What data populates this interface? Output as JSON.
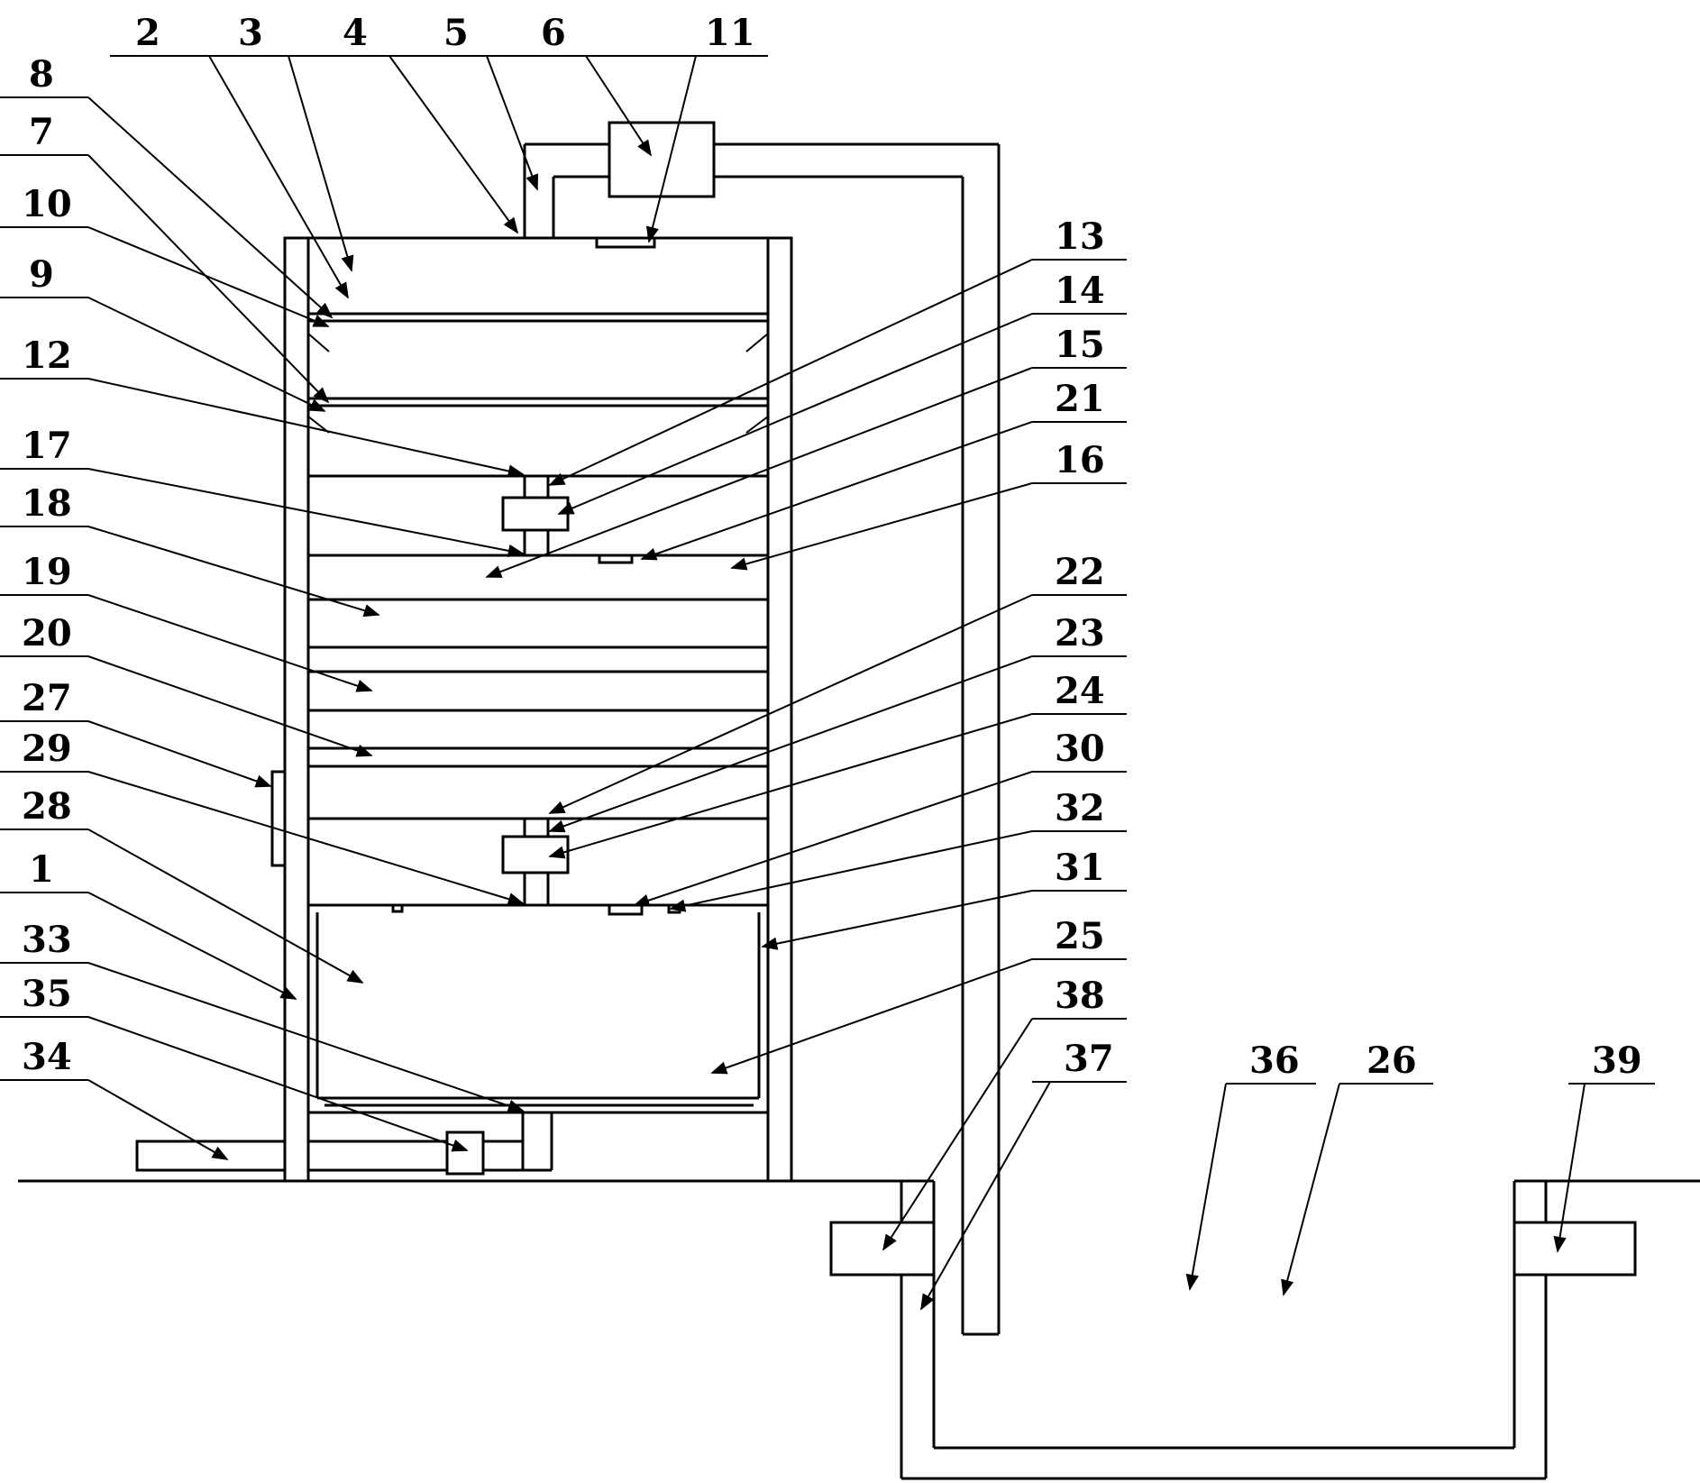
{
  "labels_left": [
    "2",
    "3",
    "4",
    "5",
    "6",
    "11",
    "8",
    "7",
    "10",
    "9",
    "12",
    "17",
    "18",
    "19",
    "20",
    "27",
    "29",
    "28",
    "1",
    "33",
    "35",
    "34"
  ],
  "labels_right": [
    "13",
    "14",
    "15",
    "21",
    "16",
    "22",
    "23",
    "24",
    "30",
    "32",
    "31",
    "25",
    "38",
    "37"
  ],
  "labels_bottom": [
    "36",
    "26",
    "39"
  ],
  "diagram_labels": {
    "l2": "2",
    "l3": "3",
    "l4": "4",
    "l5": "5",
    "l6": "6",
    "l11": "11",
    "l8": "8",
    "l7": "7",
    "l10": "10",
    "l9": "9",
    "l12": "12",
    "l17": "17",
    "l18": "18",
    "l19": "19",
    "l20": "20",
    "l27": "27",
    "l29": "29",
    "l28": "28",
    "l1": "1",
    "l33": "33",
    "l35": "35",
    "l34": "34",
    "l13": "13",
    "l14": "14",
    "l15": "15",
    "l21": "21",
    "l16": "16",
    "l22": "22",
    "l23": "23",
    "l24": "24",
    "l30": "30",
    "l32": "32",
    "l31": "31",
    "l25": "25",
    "l38": "38",
    "l37": "37",
    "l36": "36",
    "l26": "26",
    "l39": "39"
  },
  "colors": {
    "line": "#000000",
    "background": "#ffffff"
  }
}
